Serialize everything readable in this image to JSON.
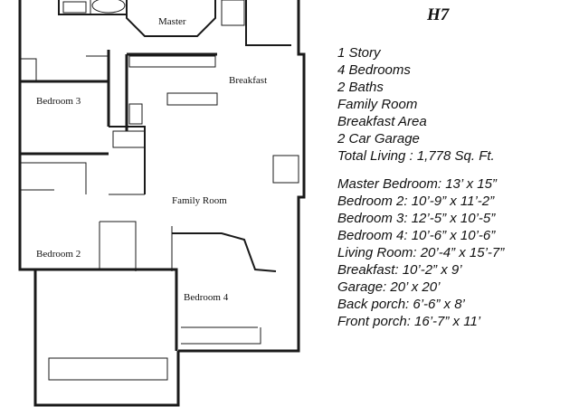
{
  "plan": {
    "code": "H7",
    "features": [
      "1 Story",
      "4 Bedrooms",
      "2 Baths",
      "Family Room",
      "Breakfast Area",
      "2 Car Garage",
      "Total Living :  1,778 Sq. Ft."
    ],
    "room_sizes": [
      "Master Bedroom:  13’ x 15”",
      "Bedroom 2:  10’-9” x 11’-2”",
      "Bedroom 3:  12’-5” x 10’-5”",
      "Bedroom 4:  10’-6” x 10’-6”",
      "Living Room:  20’-4” x 15’-7”",
      "Breakfast:  10’-2” x 9’",
      "Garage:  20’ x 20’",
      "Back porch:  6’-6” x 8’",
      "Front porch: 16’-7” x 11’"
    ]
  },
  "floorplan": {
    "rooms": {
      "master": "Master",
      "breakfast": "Breakfast",
      "bedroom3": "Bedroom 3",
      "family_room": "Family Room",
      "bedroom2": "Bedroom 2",
      "bedroom4": "Bedroom 4"
    }
  }
}
